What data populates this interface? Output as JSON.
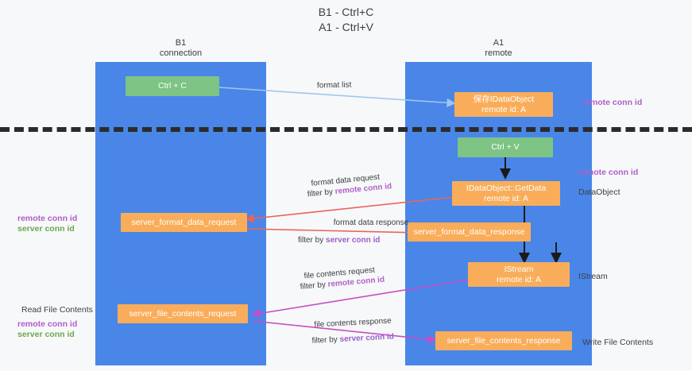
{
  "title": {
    "line1": "B1 - Ctrl+C",
    "line2": "A1 - Ctrl+V"
  },
  "lanes": [
    {
      "name": "B1",
      "subtitle": "connection"
    },
    {
      "name": "A1",
      "subtitle": "remote"
    }
  ],
  "nodes": {
    "ctrl_c": {
      "label": "Ctrl + C"
    },
    "ctrl_v": {
      "label": "Ctrl + V"
    },
    "idataobject_store": {
      "line1": "保存IDataObject",
      "line2": "remote id: A"
    },
    "idataobject_getdata": {
      "line1": "IDataObject::GetData",
      "line2": "remote id: A"
    },
    "istream": {
      "line1": "IStream",
      "line2": "remote id: A"
    },
    "server_format_data_request": {
      "label": "server_format_data_request"
    },
    "server_format_data_response": {
      "label": "server_format_data_response"
    },
    "server_file_contents_request": {
      "label": "server_file_contents_request"
    },
    "server_file_contents_response": {
      "label": "server_file_contents_response"
    }
  },
  "edge_labels": {
    "format_list": "format list",
    "format_data_request": "format data request",
    "format_data_request_filter_pre": "filter by ",
    "format_data_request_filter_key": "remote conn id",
    "format_data_response": "format data response",
    "format_data_response_filter_pre": "filter by ",
    "format_data_response_filter_key": "server conn id",
    "file_contents_request": "file contents request",
    "file_contents_request_filter_pre": "filter by ",
    "file_contents_request_filter_key": "remote conn id",
    "file_contents_response": "file contents response",
    "file_contents_response_filter_pre": "filter by ",
    "file_contents_response_filter_key": "server conn id"
  },
  "left_labels": {
    "remote_conn_id_1": "remote conn id",
    "server_conn_id_1": "server conn id",
    "read_file_contents": "Read File Contents",
    "remote_conn_id_2": "remote conn id",
    "server_conn_id_2": "server conn id"
  },
  "right_labels": {
    "remote_conn_id_top": "remote conn id",
    "remote_conn_id_mid": "remote conn id",
    "dataobject": "DataObject",
    "istream": "IStream",
    "write_file_contents": "Write File Contents"
  },
  "colors": {
    "lane": "#4a86e8",
    "green_node": "#7dc485",
    "orange_node": "#f9ad5a",
    "remote_conn_id": "#b05ec9",
    "server_conn_id": "#6aa84f",
    "arrow_blue": "#9fc5f0",
    "arrow_red": "#e8645c",
    "arrow_magenta": "#c54ec9",
    "arrow_dark": "#1a1a1a",
    "divider": "#2b2b2b"
  }
}
